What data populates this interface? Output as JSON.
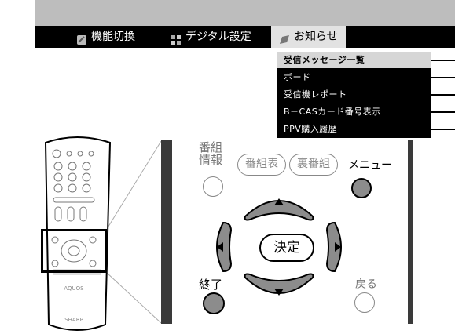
{
  "menu": {
    "items": [
      {
        "label": "機能切換",
        "icon": "tool-icon"
      },
      {
        "label": "デジタル設定",
        "icon": "digital-settings-icon"
      },
      {
        "label": "お知らせ",
        "icon": "notice-icon"
      }
    ]
  },
  "dropdown": {
    "items": [
      "受信メッセージ一覧",
      "ボード",
      "受信機レポート",
      "B－CASカード番号表示",
      "PPV購入履歴"
    ],
    "selected_index": 0
  },
  "remote": {
    "brand": "AQUOS",
    "maker": "SHARP"
  },
  "panel": {
    "guide_label": "番組\n情報",
    "program_guide_label": "番組表",
    "reverse_guide_label": "裏番組",
    "menu_label": "メニュー",
    "enter_label": "決定",
    "exit_label": "終了",
    "back_label": "戻る"
  },
  "colors": {
    "menubar": "#000000",
    "topbar": "#bdbdbd",
    "selected_bg": "#d6d6d6",
    "button_fill": "#8c8c8c"
  }
}
